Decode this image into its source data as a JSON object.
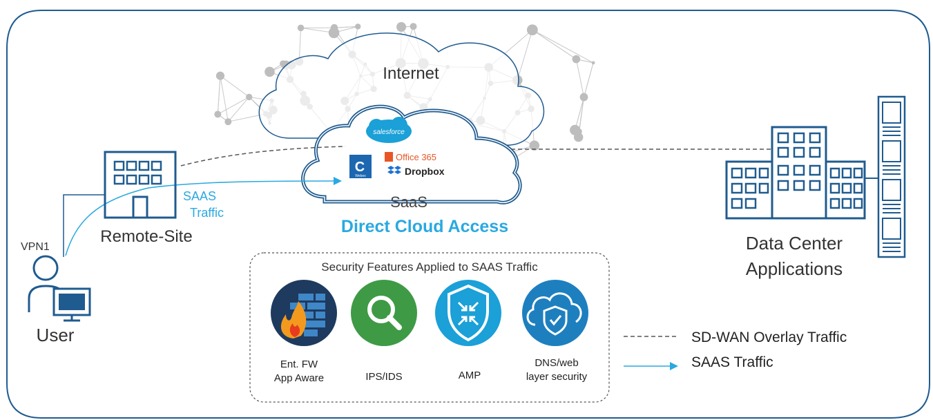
{
  "diagram": {
    "internet_label": "Internet",
    "saas_label": "SaaS",
    "direct_cloud_access": "Direct Cloud Access",
    "remote_site_label": "Remote-Site",
    "saas_traffic_line1": "SAAS",
    "saas_traffic_line2": "Traffic",
    "vpn_label": "VPN1",
    "user_label": "User",
    "datacenter_line1": "Data Center",
    "datacenter_line2": "Applications",
    "saas_apps": {
      "salesforce": "salesforce",
      "office365": "Office 365",
      "dropbox": "Dropbox",
      "webex": "Webex"
    },
    "security_box": {
      "title": "Security Features Applied to SAAS Traffic",
      "features": [
        {
          "line1": "Ent. FW",
          "line2": "App Aware",
          "icon": "firewall-icon",
          "color": "#1e3a5f"
        },
        {
          "line1": "IPS/IDS",
          "line2": "",
          "icon": "magnifier-icon",
          "color": "#3f9a45"
        },
        {
          "line1": "AMP",
          "line2": "",
          "icon": "amp-shield-icon",
          "color": "#1ba0d7"
        },
        {
          "line1": "DNS/web",
          "line2": "layer security",
          "icon": "cloud-shield-icon",
          "color": "#1e7fbf"
        }
      ]
    },
    "legend": {
      "overlay": "SD-WAN Overlay Traffic",
      "saas": "SAAS Traffic"
    },
    "colors": {
      "navy": "#1f5b8f",
      "accent": "#2aa9e0",
      "dashed": "#555555",
      "mesh": "#bdbdbd"
    }
  }
}
